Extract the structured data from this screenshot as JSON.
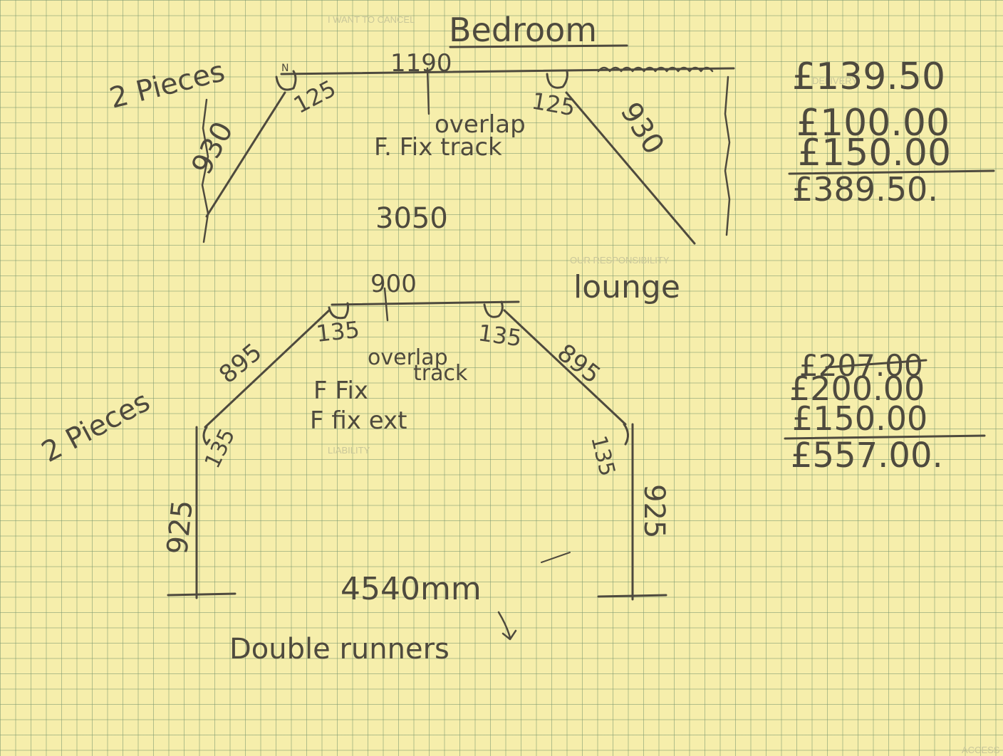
{
  "bedroom": {
    "title": "Bedroom",
    "top_width": "1190",
    "left_mark": "N",
    "left_angle": "125",
    "right_angle": "125",
    "left_side": "930",
    "right_side": "930",
    "overlap_note": "overlap",
    "fix_note": "F. Fix track",
    "width": "3050",
    "pieces_note": "2 Pieces"
  },
  "bedroom_costs": {
    "lines": [
      "£139.50",
      "£100.00",
      "£150.00"
    ],
    "total": "£389.50."
  },
  "lounge": {
    "title": "lounge",
    "top_width": "900",
    "left_angle": "135",
    "right_angle": "135",
    "left_side": "895",
    "right_side": "895",
    "overlap_note": "overlap",
    "track_note": "track",
    "fix_note": "F Fix",
    "fix_ext_note": "F fix ext",
    "pieces_note": "2 Pieces",
    "lower_left_angle": "135",
    "lower_right_angle": "135",
    "left_height": "925",
    "right_height": "925",
    "width": "4540mm",
    "runners_note": "Double runners"
  },
  "lounge_costs": {
    "first_line": "£207.00",
    "lines": [
      "£200.00",
      "£150.00"
    ],
    "total": "£557.00."
  },
  "faint_text": [
    "I WANT TO CANCEL",
    "DELIVERY",
    "OUR RESPONSIBILITY",
    "LIABILITY",
    "ACCESS"
  ]
}
